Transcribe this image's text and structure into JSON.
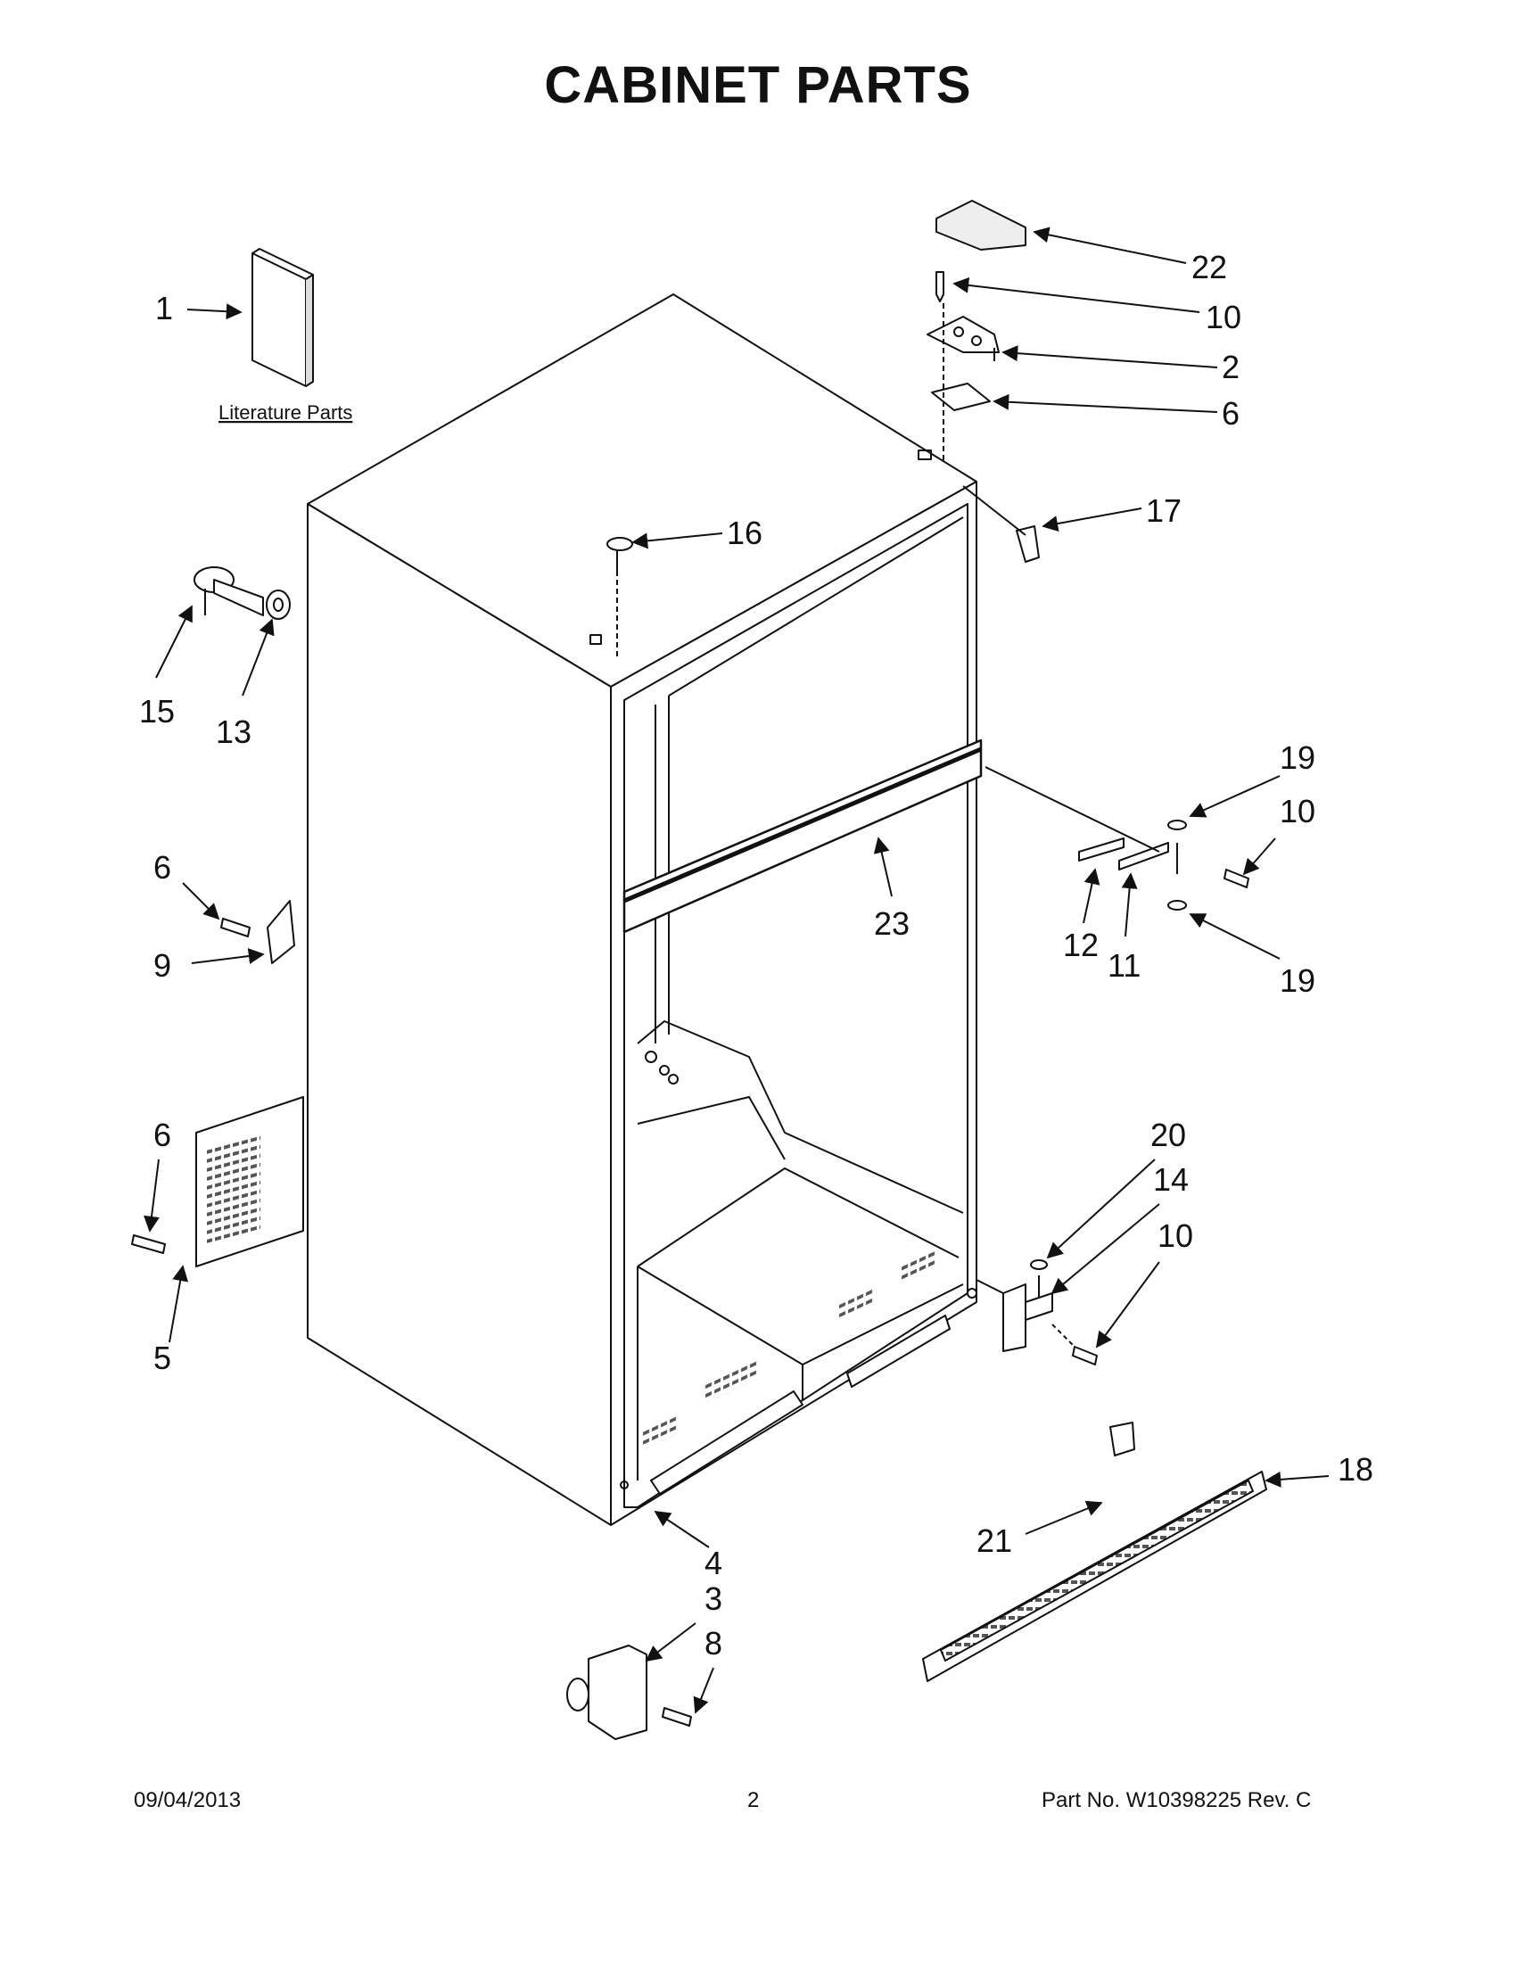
{
  "page": {
    "title": "CABINET PARTS",
    "literature_label": "Literature Parts"
  },
  "callouts": {
    "c1": "1",
    "c2": "2",
    "c3": "3",
    "c4": "4",
    "c5": "5",
    "c6a": "6",
    "c6b": "6",
    "c6c": "6",
    "c8": "8",
    "c9": "9",
    "c10a": "10",
    "c10b": "10",
    "c10c": "10",
    "c11": "11",
    "c12": "12",
    "c13": "13",
    "c14": "14",
    "c15": "15",
    "c16": "16",
    "c17": "17",
    "c18": "18",
    "c19a": "19",
    "c19b": "19",
    "c20": "20",
    "c21": "21",
    "c22": "22",
    "c23": "23"
  },
  "footer": {
    "date": "09/04/2013",
    "page_number": "2",
    "part_number": "Part No.  W10398225   Rev.  C"
  }
}
